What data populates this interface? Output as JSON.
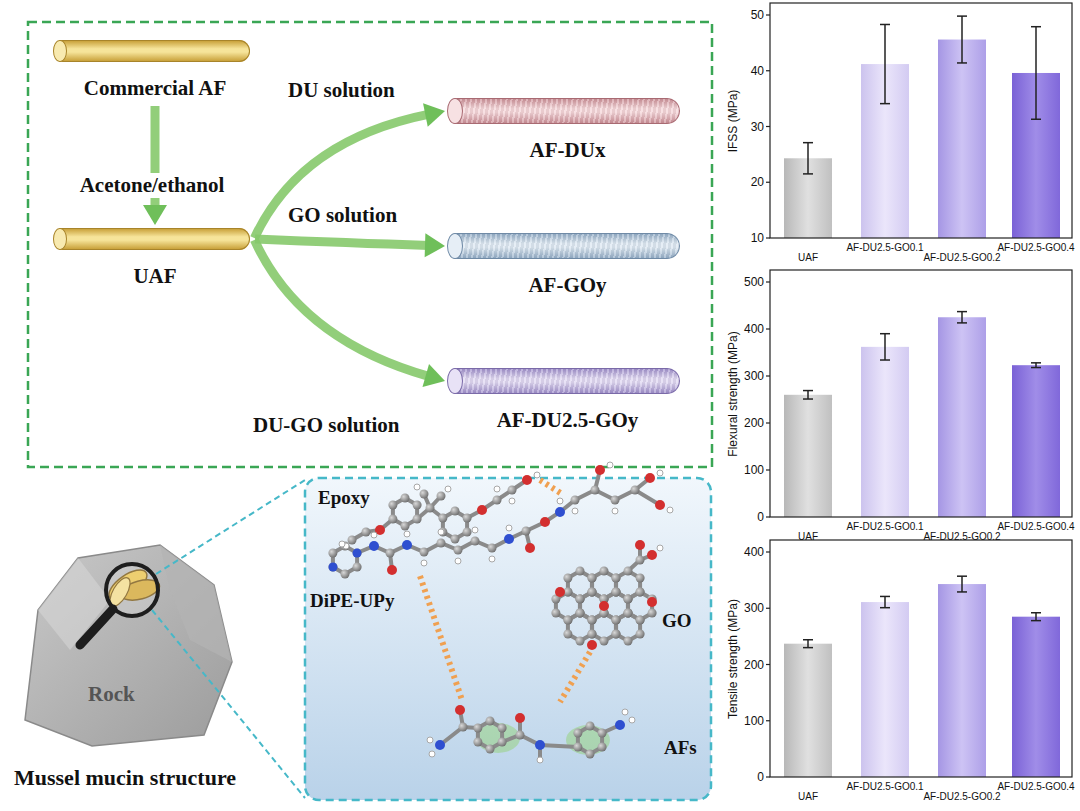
{
  "diagram": {
    "nodes": [
      {
        "text": [
          "Commercial AF"
        ]
      },
      {
        "text": [
          "UAF"
        ]
      },
      {
        "text": [
          "AF-DUx"
        ]
      },
      {
        "text": [
          "AF-GOy"
        ]
      },
      {
        "text": [
          "AF-DU2.5-GOy"
        ]
      }
    ],
    "edges": [
      {
        "from": 0,
        "to": 1,
        "arrow": "to",
        "label": "Acetone/ethanol"
      },
      {
        "from": 1,
        "to": 2,
        "arrow": "to",
        "label": "DU solution"
      },
      {
        "from": 1,
        "to": 3,
        "arrow": "to",
        "label": "GO solution"
      },
      {
        "from": 1,
        "to": 4,
        "arrow": "to",
        "label": "DU-GO solution"
      }
    ],
    "labels": [
      "Epoxy",
      "DiPE-UPy",
      "GO",
      "AFs",
      "Mussel mucin structure",
      "IFSS (MPa)",
      "50",
      "40",
      "30",
      "20",
      "10",
      "UAF",
      "AF-DU2.5-GO0.1",
      "AF-DU2.5-GO0.2",
      "AF-DU2.5-GO0.4",
      "Flexural strength (MPa)",
      "500",
      "400",
      "300",
      "200",
      "100",
      "0",
      "UAF",
      "AF-DU2.5-GO0.1",
      "AF-DU2.5-GO0.2",
      "AF-DU2.5-GO0.4",
      "Tensile strength (MPa)",
      "400",
      "300",
      "200",
      "100",
      "0",
      "UAF",
      "AF-DU2.5-GO0.1",
      "AF-DU2.5-GO0.2",
      "AF-DU2.5-GO0.4",
      "Rock"
    ]
  }
}
